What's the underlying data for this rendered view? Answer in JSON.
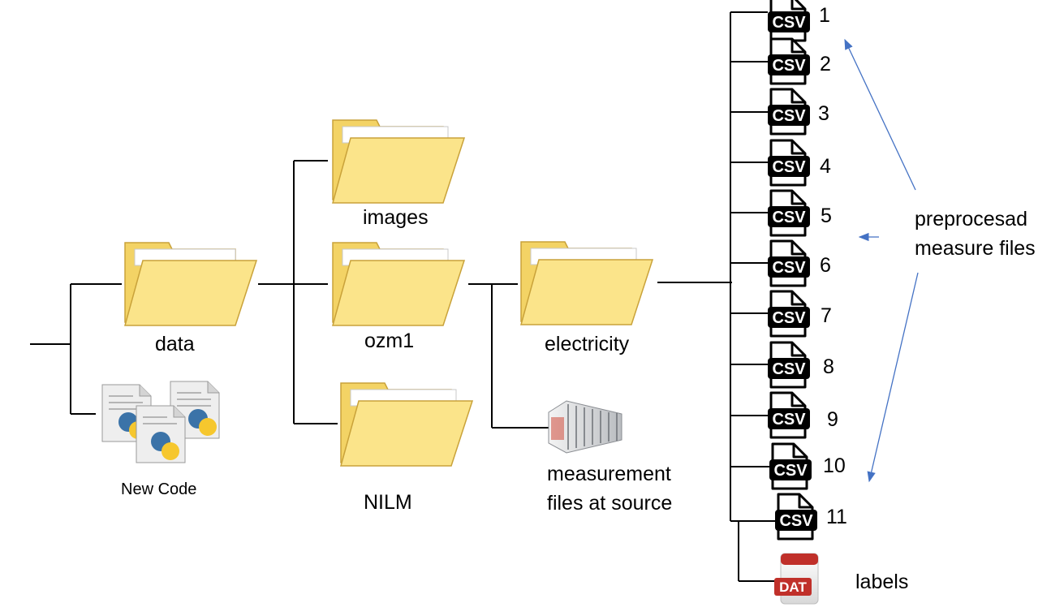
{
  "folders": {
    "data": "data",
    "images": "images",
    "ozm1": "ozm1",
    "nilm": "NILM",
    "electricity": "electricity"
  },
  "code": {
    "label": "New Code",
    "icon": "python-files-icon"
  },
  "source": {
    "label": "measurement\nfiles at source",
    "icon": "file-cabinet-icon"
  },
  "csv_files": {
    "badge": "CSV",
    "icon": "csv-file-icon",
    "numbers": [
      "1",
      "2",
      "3",
      "4",
      "5",
      "6",
      "7",
      "8",
      "9",
      "10",
      "11"
    ]
  },
  "labels_file": {
    "badge": "DAT",
    "label": "labels",
    "icon": "dat-file-icon"
  },
  "annotation": {
    "text": "preprocesad\nmeasure files"
  },
  "colors": {
    "folder_fill": "#fbe48a",
    "folder_back": "#f3d365",
    "folder_edge": "#c9a23a",
    "arrow": "#4472c4",
    "dat_red": "#c0302a"
  }
}
